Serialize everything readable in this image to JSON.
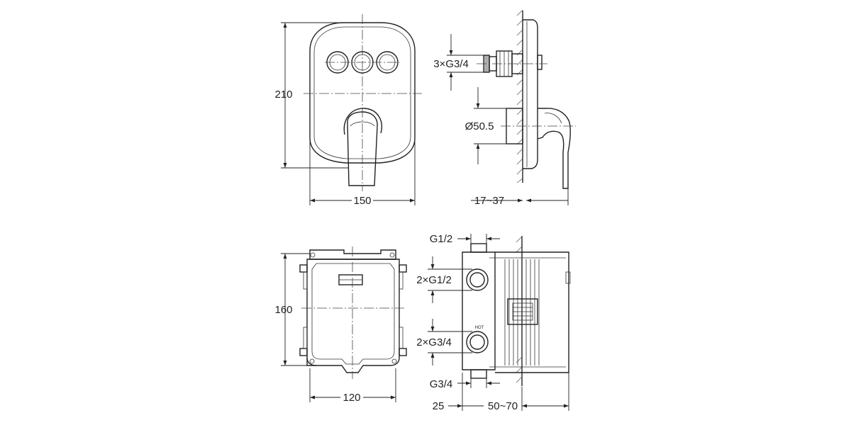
{
  "front_view": {
    "height_label": "210",
    "width_label": "150"
  },
  "side_view": {
    "thread_label": "3×G3/4",
    "diameter_label": "Ø50.5",
    "depth_label": "17~37"
  },
  "box_front_view": {
    "height_label": "160",
    "width_label": "120"
  },
  "box_side_view": {
    "top_thread_label": "G1/2",
    "upper_ports_label": "2×G1/2",
    "lower_ports_label": "2×G3/4",
    "bottom_thread_label": "G3/4",
    "hot_marking": "HOT",
    "offset_label": "25",
    "depth_label": "50~70"
  }
}
